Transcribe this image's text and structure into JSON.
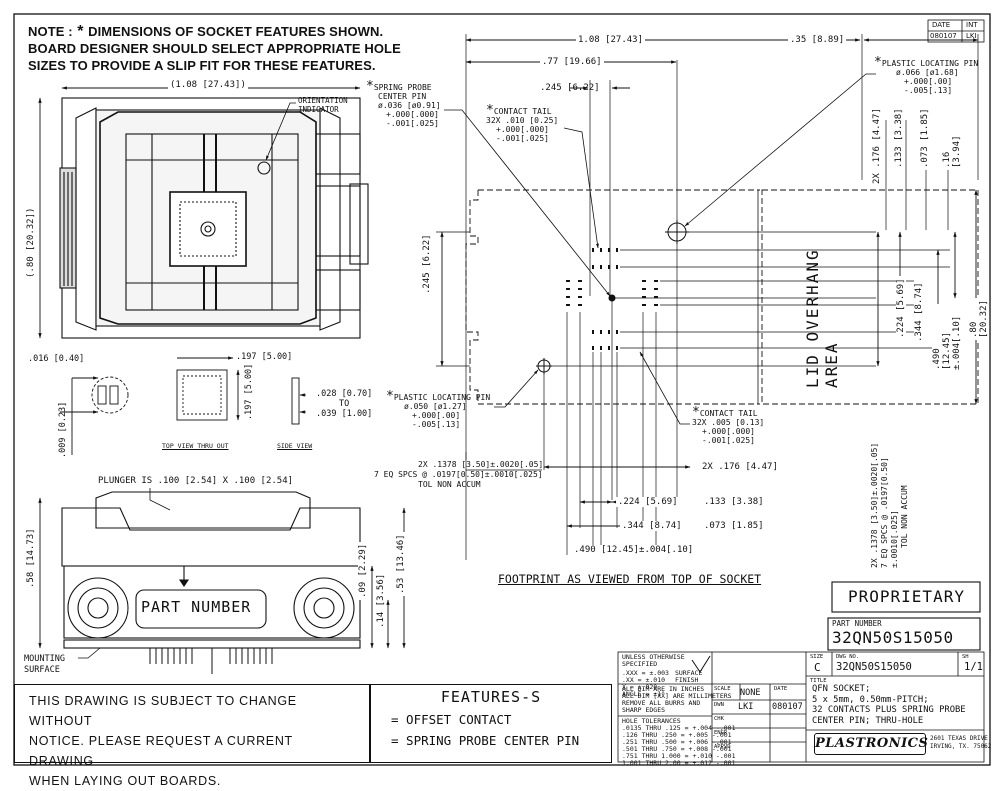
{
  "note": {
    "prefix": "NOTE :",
    "line1": "DIMENSIONS OF SOCKET FEATURES SHOWN.",
    "line2": "BOARD DESIGNER SHOULD SELECT APPROPRIATE HOLE",
    "line3": "SIZES TO PROVIDE A SLIP FIT FOR THESE FEATURES."
  },
  "rev_block": {
    "date_label": "DATE",
    "int_label": "INT",
    "date": "080107",
    "int": "LKI"
  },
  "left_view": {
    "width_dim": "(1.08 [27.43])",
    "height_dim": "(.80 [20.32])",
    "orientation_label": "ORIENTATION",
    "orientation_label2": "INDICATOR",
    "dim_016": ".016 [0.40]",
    "dim_009": ".009 [0.23]",
    "dim_197a": ".197 [5.00]",
    "dim_197b": ".197 [5.00]",
    "dim_028": ".028 [0.70]",
    "dim_to": "TO",
    "dim_039": ".039 [1.00]",
    "top_view_label": "TOP VIEW THRU OUT",
    "side_view_label": "SIDE VIEW"
  },
  "front_view": {
    "plunger": "PLUNGER IS .100 [2.54] X .100 [2.54]",
    "dim_58": ".58 [14.73]",
    "dim_09": ".09 [2.29]",
    "dim_14": ".14 [3.56]",
    "dim_53": ".53 [13.46]",
    "part_label": "PART NUMBER",
    "mounting1": "MOUNTING",
    "mounting2": "SURFACE"
  },
  "footprint": {
    "dim_108": "1.08 [27.43]",
    "dim_35": ".35 [8.89]",
    "dim_77": ".77 [19.66]",
    "dim_245top": ".245 [6.22]",
    "spring1": "SPRING PROBE",
    "spring2": "CENTER PIN",
    "spring3": "ø.036 [ø0.91]",
    "spring4": "+.000[.000]",
    "spring5": "-.001[.025]",
    "ct_top1": "CONTACT TAIL",
    "ct_top2": "32X .010 [0.25]",
    "ct_top3": "+.000[.000]",
    "ct_top4": "-.001[.025]",
    "pl_top1": "PLASTIC LOCATING PIN",
    "pl_top2": "ø.066 [ø1.68]",
    "pl_top3": "+.000[.00]",
    "pl_top4": "-.005[.13]",
    "dim_245left": ".245 [6.22]",
    "pl_bot1": "PLASTIC LOCATING PIN",
    "pl_bot2": "ø.050 [ø1.27]",
    "pl_bot3": "+.000[.00]",
    "pl_bot4": "-.005[.13]",
    "ct_bot1": "CONTACT TAIL",
    "ct_bot2": "32X .005 [0.13]",
    "ct_bot3": "+.000[.000]",
    "ct_bot4": "-.001[.025]",
    "spc1": "2X .1378 [3.50]±.0020[.05]",
    "spc2": "7 EQ SPCS @ .0197[0.50]±.0010[.025]",
    "spc3": "TOL NON ACCUM",
    "dim_176b": "2X .176 [4.47]",
    "dim_224b": ".224 [5.69]",
    "dim_133b": ".133 [3.38]",
    "dim_344b": ".344 [8.74]",
    "dim_073b": ".073 [1.85]",
    "dim_490b": ".490 [12.45]±.004[.10]",
    "dim_176r": "2X .176 [4.47]",
    "dim_133r": ".133 [3.38]",
    "dim_073r": ".073 [1.85]",
    "dim_16r": ".16 [3.94]",
    "dim_224r": ".224 [5.69]",
    "dim_344r": ".344 [8.74]",
    "dim_490r": ".490 [12.45]±.004[.10]",
    "dim_80r": ".80 [20.32]",
    "spcr1": "2X .1378 [3.50]±.0020[.05]",
    "spcr2": "7 EQ SPCS @ .0197[0.50]±.0010[.025]",
    "spcr3": "TOL NON ACCUM",
    "lid": "LID OVERHANG AREA",
    "caption": "FOOTPRINT AS VIEWED FROM TOP OF SOCKET"
  },
  "proprietary": "PROPRIETARY",
  "part_number_label": "PART NUMBER",
  "part_number": "32QN50S15050",
  "disclaimer": [
    "THIS DRAWING IS SUBJECT TO CHANGE WITHOUT",
    "NOTICE. PLEASE REQUEST A CURRENT DRAWING",
    "WHEN LAYING OUT BOARDS."
  ],
  "features": {
    "title": "FEATURES-S",
    "items": [
      "= OFFSET CONTACT",
      "= SPRING PROBE CENTER PIN"
    ]
  },
  "title_block": {
    "unless": "UNLESS OTHERWISE SPECIFIED",
    "tol1": ".XXX = ±.003",
    "tol2": ".XX = ±.010",
    "tol3": "X = ±.020",
    "tol4": "ANGLE = ±1°",
    "surface": "SURFACE",
    "finish": "FINISH",
    "all1": "ALL DIM ARE IN INCHES",
    "all2": "ALL DIM [XX] ARE MILLIMETERS",
    "all3": "REMOVE ALL BURRS AND",
    "all4": "SHARP EDGES",
    "hole_title": "HOLE TOLERANCES",
    "hole": [
      ".0135 THRU .125 = +.004 -.001",
      ".126 THRU .250 = +.005 -.001",
      ".251 THRU .500 = +.006 -.001",
      ".501 THRU .750 = +.008 -.001",
      ".751 THRU 1.000 = +.010 -.001",
      "1.001 THRU 2.00 = +.012 -.001"
    ],
    "scale_label": "SCALE",
    "scale": "NONE",
    "date_label": "DATE",
    "drn_label": "DWN",
    "drn": "LKI",
    "drn_date": "080107",
    "chk_label": "CHK",
    "engr_label": "ENGR",
    "appvd_label": "APPVD",
    "size_label": "SIZE",
    "size": "C",
    "dwg_label": "DWG NO.",
    "dwg": "32QN50S15050",
    "sh_label": "SH",
    "sh": "1/1",
    "title_label": "TITLE",
    "title1": "QFN SOCKET;",
    "title2": "5 x 5mm, 0.50mm-PITCH;",
    "title3": "32 CONTACTS PLUS SPRING PROBE",
    "title4": "CENTER PIN; THRU-HOLE",
    "company": "PLASTRONICS",
    "address1": "2601 TEXAS DRIVE",
    "address2": "IRVING, TX. 75062"
  }
}
